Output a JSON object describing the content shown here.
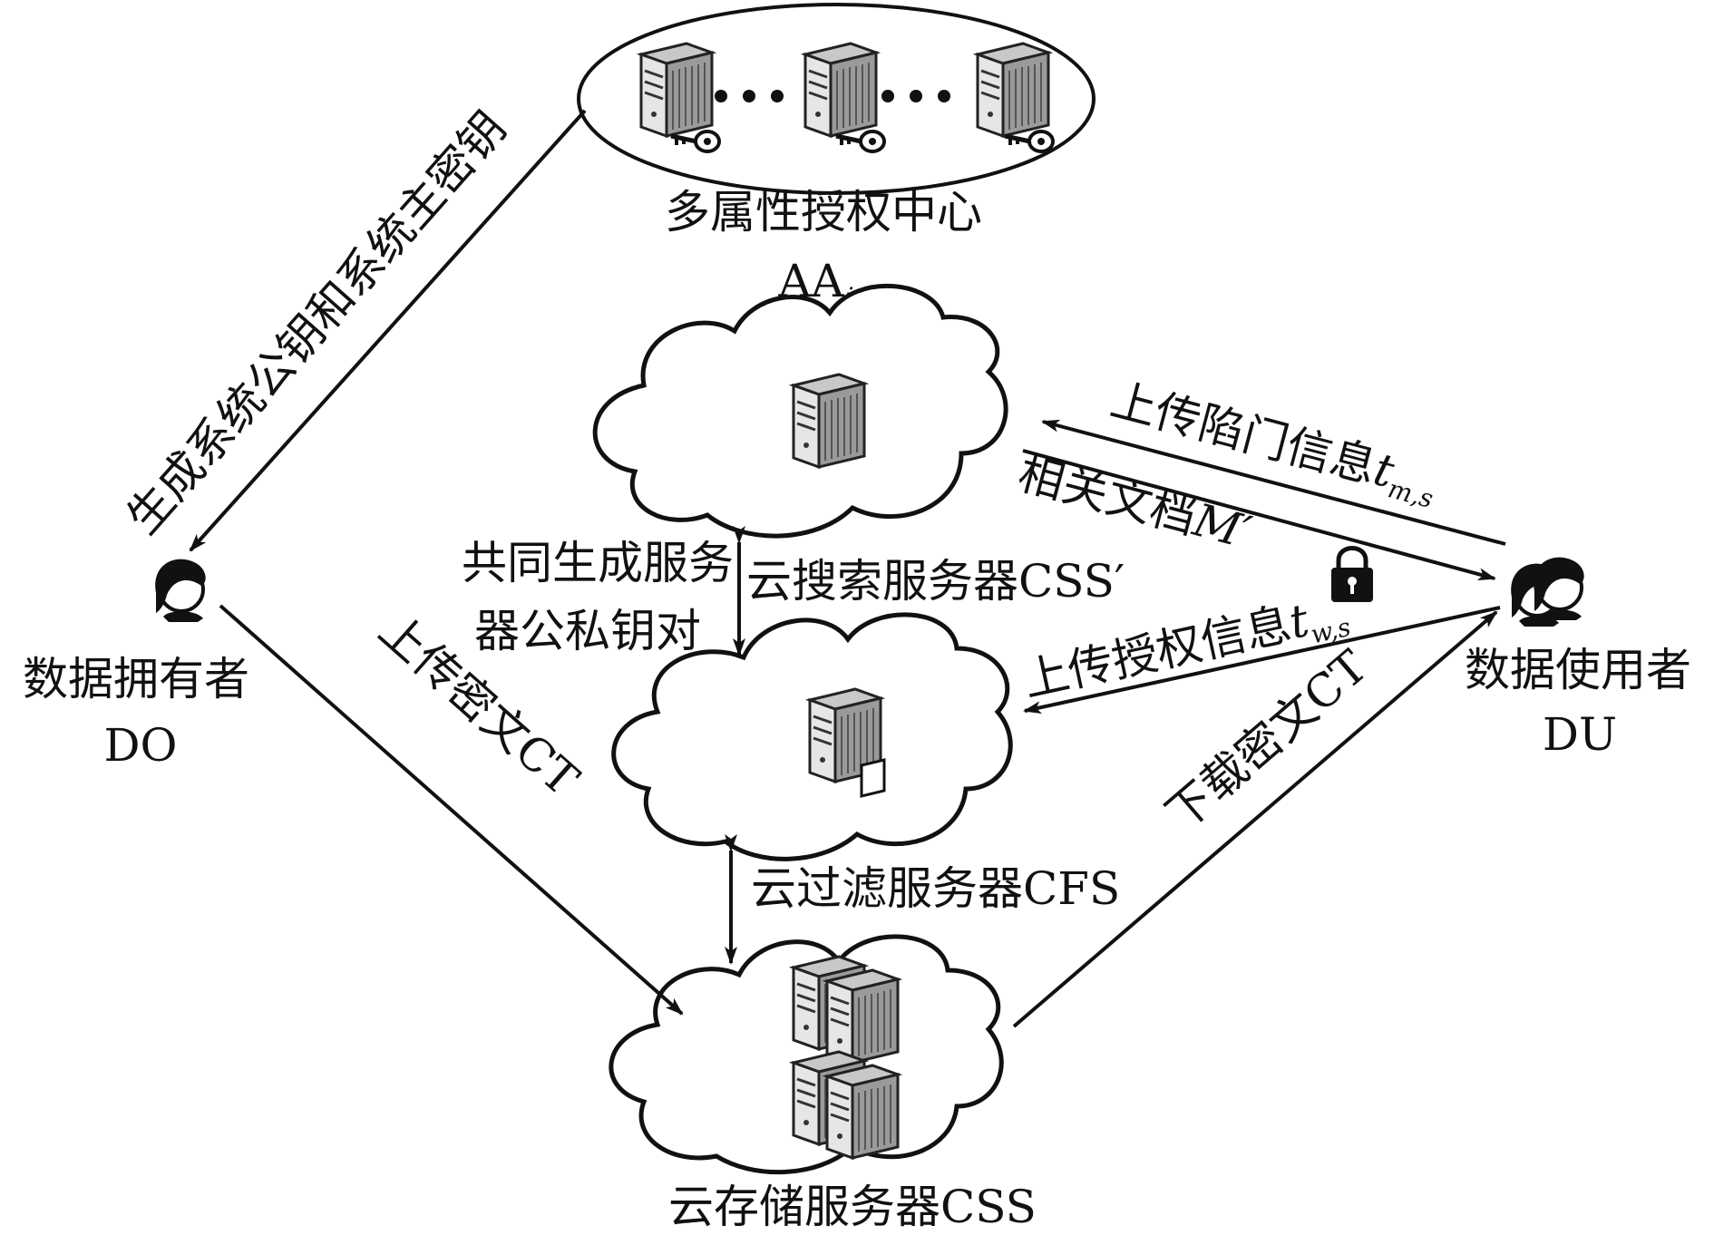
{
  "nodes": {
    "aa_center": {
      "label": "多属性授权中心",
      "abbr": "AA",
      "abbr_sub": "i"
    },
    "search_server": {
      "label": "云搜索服务器CSS",
      "prime": "′"
    },
    "filter_server": {
      "label": "云过滤服务器CFS"
    },
    "storage_server": {
      "label": "云存储服务器CSS"
    },
    "data_owner": {
      "label": "数据拥有者",
      "abbr": "DO"
    },
    "data_user": {
      "label": "数据使用者",
      "abbr": "DU"
    }
  },
  "edges": {
    "gen_keys": {
      "label": "生成系统公钥和系统主密钥"
    },
    "upload_ct": {
      "label": "上传密文CT"
    },
    "download_ct": {
      "label": "下载密文CT"
    },
    "upload_trapdoor": {
      "label": "上传陷门信息",
      "var": "t",
      "var_sub": "m,s"
    },
    "related_docs": {
      "label": "相关文档",
      "var": "M",
      "prime": "′"
    },
    "upload_auth": {
      "label": "上传授权信息",
      "var": "t",
      "var_sub": "w,s"
    },
    "co_generate": {
      "line1": "共同生成服务",
      "line2": "器公私钥对"
    }
  },
  "icons": [
    "server-icon",
    "key-icon",
    "cloud-icon",
    "user-icon",
    "lock-icon",
    "document-icon"
  ]
}
